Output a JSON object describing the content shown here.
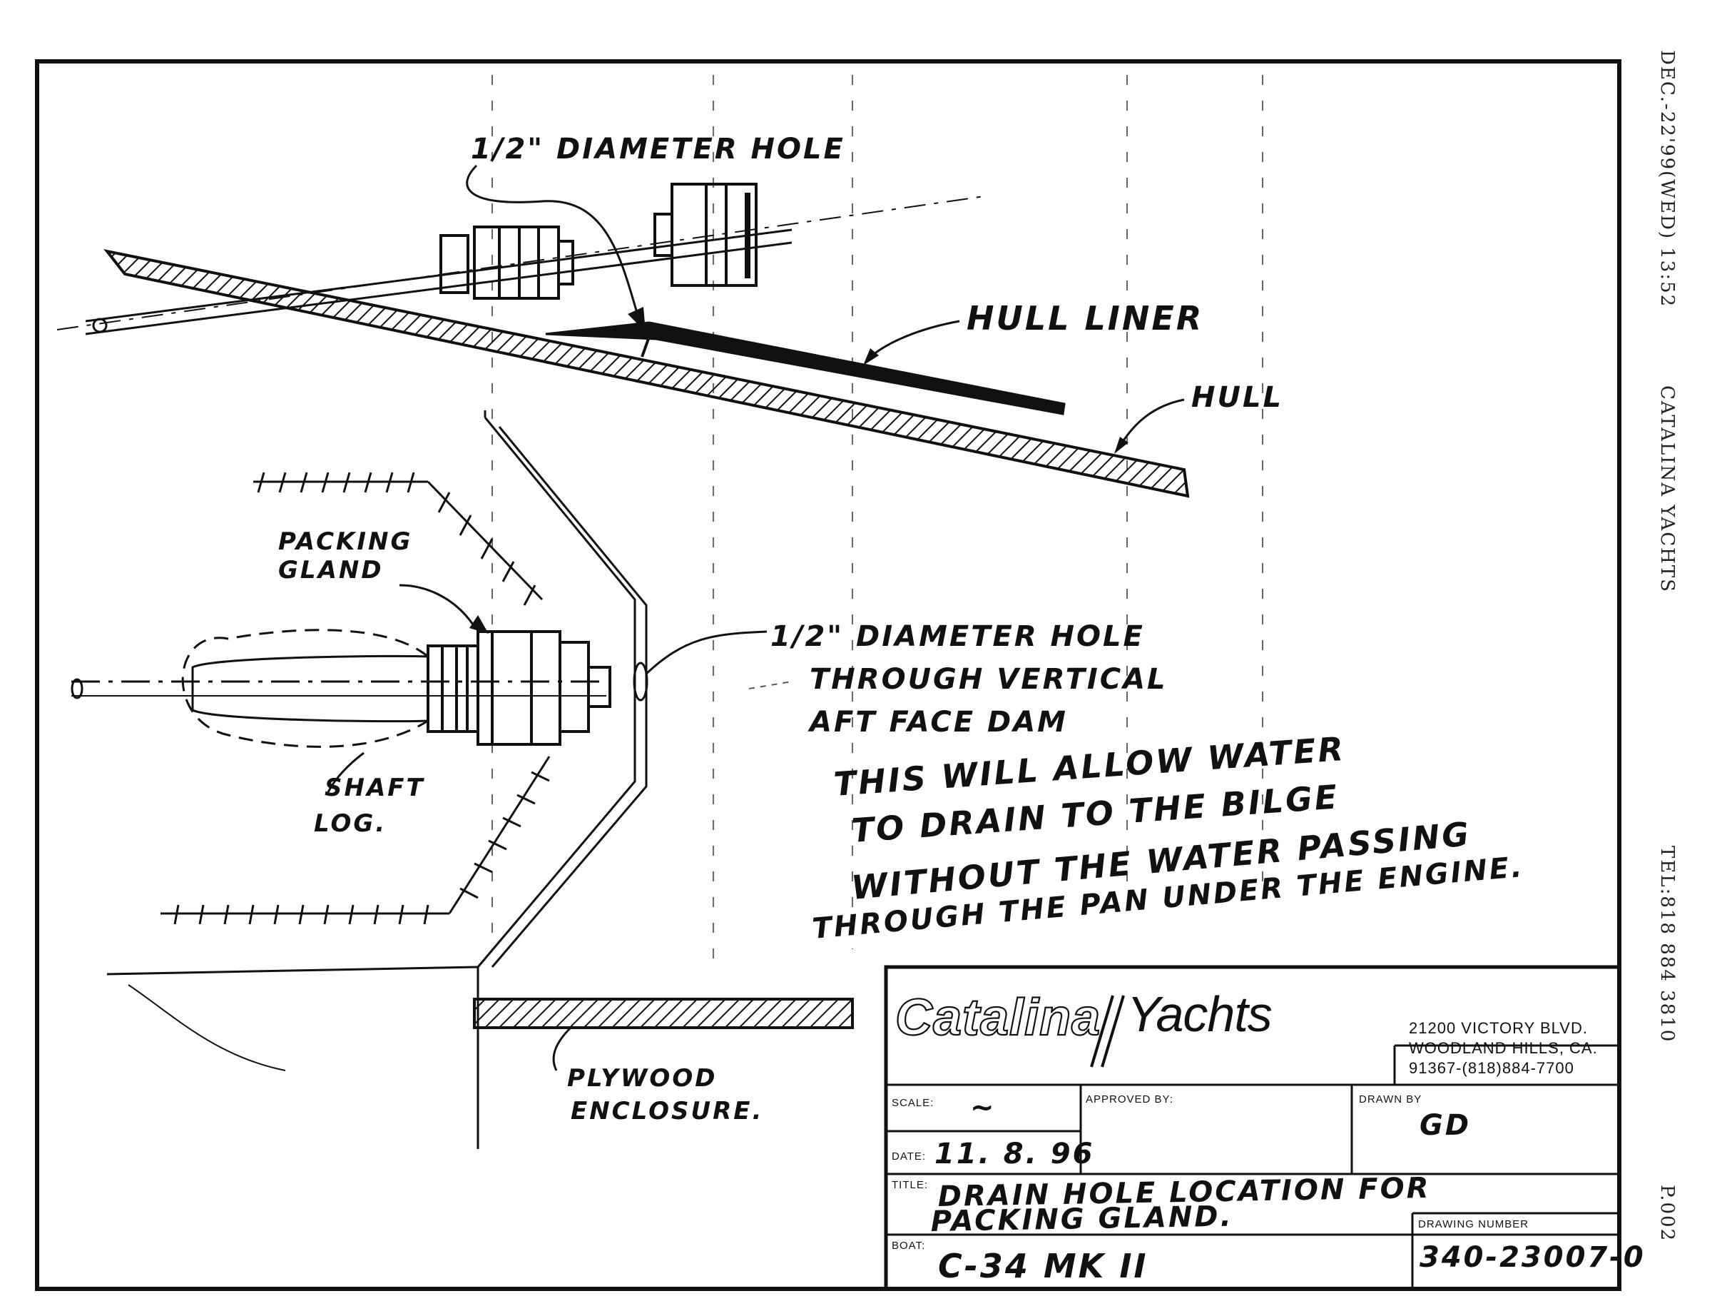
{
  "fax_header": {
    "date": "DEC.-22'99(WED) 13:52",
    "company": "CATALINA YACHTS",
    "tel": "TEL:818 884 3810",
    "page": "P.002"
  },
  "callouts": {
    "hole_top": "1/2\" DIAMETER HOLE",
    "hull_liner": "HULL LINER",
    "hull": "HULL",
    "packing_gland": [
      "PACKING",
      "GLAND"
    ],
    "shaft_log": [
      "SHAFT",
      "LOG."
    ],
    "hole_side": [
      "1/2\" DIAMETER HOLE",
      "THROUGH VERTICAL",
      "AFT FACE DAM"
    ],
    "note": [
      "THIS WILL ALLOW WATER",
      "TO DRAIN TO THE BILGE",
      "WITHOUT THE WATER PASSING",
      "THROUGH THE PAN UNDER THE ENGINE."
    ],
    "plywood": [
      "PLYWOOD",
      "ENCLOSURE."
    ]
  },
  "title_block": {
    "logo_left": "Catalina",
    "logo_right": "Yachts",
    "address": [
      "21200 VICTORY BLVD.",
      "WOODLAND HILLS, CA.",
      "91367-(818)884-7700"
    ],
    "scale_label": "SCALE:",
    "scale_value": "~",
    "approved_label": "APPROVED BY:",
    "drawn_label": "DRAWN BY",
    "drawn_value": "GD",
    "date_label": "DATE:",
    "date_value": "11. 8. 96",
    "title_label": "TITLE:",
    "title_value": [
      "DRAIN HOLE LOCATION FOR",
      "PACKING GLAND."
    ],
    "boat_label": "BOAT:",
    "boat_value": "C-34 MK II",
    "drawing_number_label": "DRAWING NUMBER",
    "drawing_number_value": "340-23007-0"
  }
}
